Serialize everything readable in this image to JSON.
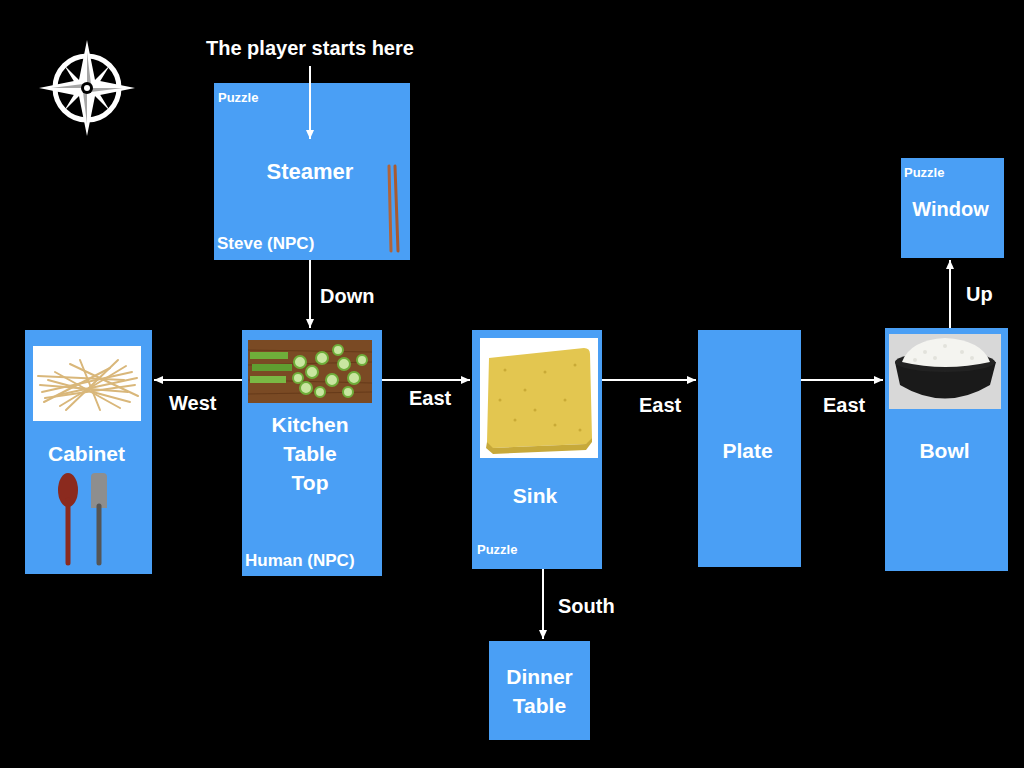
{
  "diagram": {
    "nodes": [
      {
        "text": [
          "Puzzle",
          "Steamer",
          "Steve (NPC)"
        ]
      },
      {
        "text": [
          "Puzzle",
          "Window"
        ]
      },
      {
        "text": [
          "Cabinet"
        ]
      },
      {
        "text": [
          "Kitchen Table Top",
          "Human (NPC)"
        ]
      },
      {
        "text": [
          "Sink",
          "Puzzle"
        ]
      },
      {
        "text": [
          "Plate"
        ]
      },
      {
        "text": [
          "Bowl"
        ]
      },
      {
        "text": [
          "Dinner Table"
        ]
      }
    ],
    "edges": [
      {
        "from": 0,
        "to": 3,
        "arrow": "to",
        "label": "Down"
      },
      {
        "from": 3,
        "to": 2,
        "arrow": "to",
        "label": "West"
      },
      {
        "from": 3,
        "to": 4,
        "arrow": "to",
        "label": "East"
      },
      {
        "from": 4,
        "to": 5,
        "arrow": "to",
        "label": "East"
      },
      {
        "from": 5,
        "to": 6,
        "arrow": "to",
        "label": "East"
      },
      {
        "from": 6,
        "to": 1,
        "arrow": "to",
        "label": "Up"
      },
      {
        "from": 4,
        "to": 7,
        "arrow": "to",
        "label": "South"
      }
    ],
    "labels": [
      "The player starts here"
    ]
  }
}
